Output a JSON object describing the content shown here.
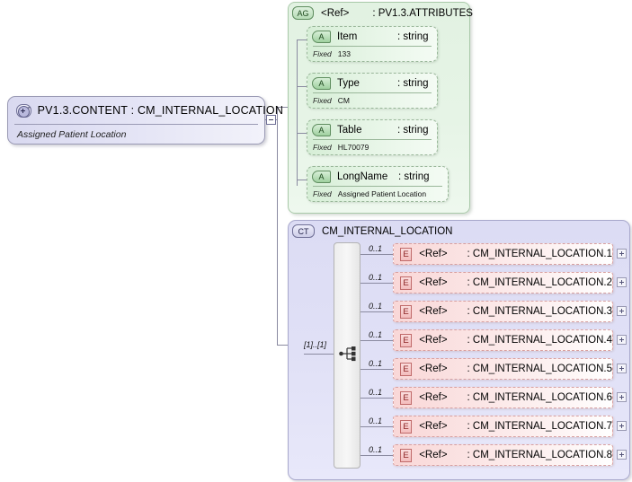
{
  "diagram": {
    "type": "xsd-schema-diagram",
    "colors": {
      "complex_type_fill": "#dcdcf4",
      "attribute_group_fill": "#e6f4e6",
      "element_fill": "#f9d7d7",
      "connector_line": "#8a8aa0"
    }
  },
  "main_node": {
    "badge": "CT",
    "badge_icon": "plus-circle-icon",
    "title": "PV1.3.CONTENT : CM_INTERNAL_LOCATION",
    "description": "Assigned Patient Location",
    "expand_icon": "minus-box-icon"
  },
  "attribute_group": {
    "badge": "AG",
    "ref_label": "<Ref>",
    "type_label": ": PV1.3.ATTRIBUTES",
    "attributes": [
      {
        "badge": "A",
        "name": "Item",
        "type": ": string",
        "constraint_label": "Fixed",
        "constraint_value": "133"
      },
      {
        "badge": "A",
        "name": "Type",
        "type": ": string",
        "constraint_label": "Fixed",
        "constraint_value": "CM"
      },
      {
        "badge": "A",
        "name": "Table",
        "type": ": string",
        "constraint_label": "Fixed",
        "constraint_value": "HL70079"
      },
      {
        "badge": "A",
        "name": "LongName",
        "type": ": string",
        "constraint_label": "Fixed",
        "constraint_value": "Assigned Patient Location"
      }
    ]
  },
  "complex_type": {
    "badge": "CT",
    "name": "CM_INTERNAL_LOCATION",
    "compositor": {
      "kind": "all",
      "icon": "all-compositor-icon",
      "cardinality": "[1]..[1]"
    },
    "elements": [
      {
        "badge": "E",
        "ref_label": "<Ref>",
        "type": ": CM_INTERNAL_LOCATION.1",
        "occurrence": "0..1",
        "expand_icon": "plus-box-icon"
      },
      {
        "badge": "E",
        "ref_label": "<Ref>",
        "type": ": CM_INTERNAL_LOCATION.2",
        "occurrence": "0..1",
        "expand_icon": "plus-box-icon"
      },
      {
        "badge": "E",
        "ref_label": "<Ref>",
        "type": ": CM_INTERNAL_LOCATION.3",
        "occurrence": "0..1",
        "expand_icon": "plus-box-icon"
      },
      {
        "badge": "E",
        "ref_label": "<Ref>",
        "type": ": CM_INTERNAL_LOCATION.4",
        "occurrence": "0..1",
        "expand_icon": "plus-box-icon"
      },
      {
        "badge": "E",
        "ref_label": "<Ref>",
        "type": ": CM_INTERNAL_LOCATION.5",
        "occurrence": "0..1",
        "expand_icon": "plus-box-icon"
      },
      {
        "badge": "E",
        "ref_label": "<Ref>",
        "type": ": CM_INTERNAL_LOCATION.6",
        "occurrence": "0..1",
        "expand_icon": "plus-box-icon"
      },
      {
        "badge": "E",
        "ref_label": "<Ref>",
        "type": ": CM_INTERNAL_LOCATION.7",
        "occurrence": "0..1",
        "expand_icon": "plus-box-icon"
      },
      {
        "badge": "E",
        "ref_label": "<Ref>",
        "type": ": CM_INTERNAL_LOCATION.8",
        "occurrence": "0..1",
        "expand_icon": "plus-box-icon"
      }
    ]
  }
}
